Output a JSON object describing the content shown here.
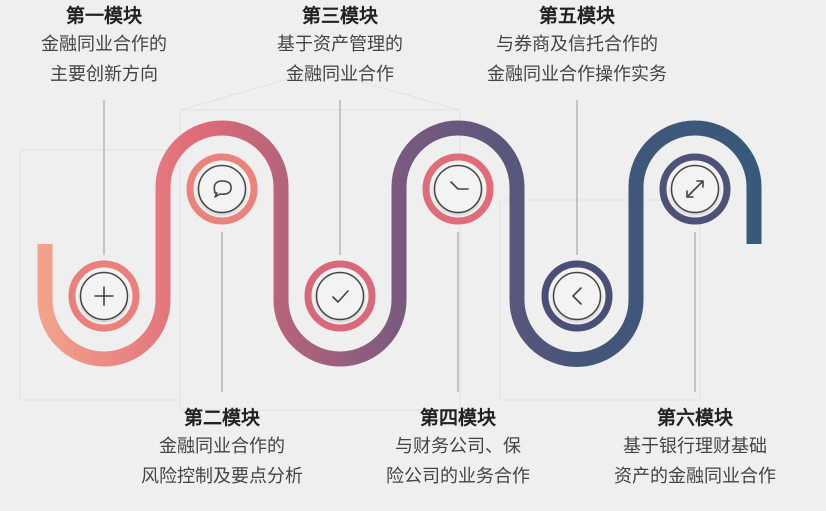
{
  "colors": {
    "start": "#f2a48c",
    "mid1": "#e06b79",
    "mid2": "#7a5a7e",
    "end": "#375a7a",
    "background": "#efefef"
  },
  "modules": [
    {
      "title": "第一模块",
      "lines": [
        "金融同业合作的",
        "主要创新方向"
      ],
      "icon": "plus-icon",
      "position": "top"
    },
    {
      "title": "第二模块",
      "lines": [
        "金融同业合作的",
        "风险控制及要点分析"
      ],
      "icon": "chat-bubble-icon",
      "position": "bottom"
    },
    {
      "title": "第三模块",
      "lines": [
        "基于资产管理的",
        "金融同业合作"
      ],
      "icon": "check-icon",
      "position": "top"
    },
    {
      "title": "第四模块",
      "lines": [
        "与财务公司、保",
        "险公司的业务合作"
      ],
      "icon": "clock-icon",
      "position": "bottom"
    },
    {
      "title": "第五模块",
      "lines": [
        "与券商及信托合作的",
        "金融同业合作操作实务"
      ],
      "icon": "chevron-left-icon",
      "position": "top"
    },
    {
      "title": "第六模块",
      "lines": [
        "基于银行理财基础",
        "资产的金融同业合作"
      ],
      "icon": "expand-arrows-icon",
      "position": "bottom"
    }
  ]
}
